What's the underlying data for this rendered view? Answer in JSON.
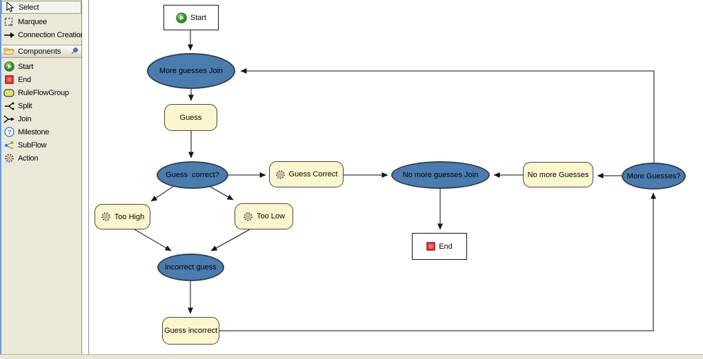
{
  "palette": {
    "tools": [
      {
        "label": "Select",
        "icon": "select-cursor-icon",
        "selected": true
      },
      {
        "label": "Marquee",
        "icon": "marquee-icon",
        "selected": false
      },
      {
        "label": "Connection Creation",
        "icon": "connection-arrow-icon",
        "selected": false
      }
    ],
    "group_header": {
      "label": "Components",
      "icon": "folder-icon",
      "pin_icon": "pin-icon"
    },
    "components": [
      {
        "label": "Start",
        "icon": "start-icon"
      },
      {
        "label": "End",
        "icon": "end-icon"
      },
      {
        "label": "RuleFlowGroup",
        "icon": "ruleflowgroup-icon"
      },
      {
        "label": "Split",
        "icon": "split-icon"
      },
      {
        "label": "Join",
        "icon": "join-icon"
      },
      {
        "label": "Milestone",
        "icon": "milestone-icon"
      },
      {
        "label": "SubFlow",
        "icon": "subflow-icon"
      },
      {
        "label": "Action",
        "icon": "action-icon"
      }
    ]
  },
  "canvas": {
    "nodes": {
      "start": {
        "label": "Start",
        "type": "start"
      },
      "more_guesses_join": {
        "label": "More guesses Join",
        "type": "join"
      },
      "guess": {
        "label": "Guess",
        "type": "ruleflowgroup"
      },
      "guess_correct_q": {
        "label": "Guess  correct?",
        "type": "split"
      },
      "guess_correct": {
        "label": "Guess Correct",
        "type": "action"
      },
      "no_more_guesses_join": {
        "label": "No more guesses Join",
        "type": "join"
      },
      "no_more_guesses": {
        "label": "No more Guesses",
        "type": "ruleflowgroup"
      },
      "more_guesses_q": {
        "label": "More Guesses?",
        "type": "split"
      },
      "end": {
        "label": "End",
        "type": "end"
      },
      "too_high": {
        "label": "Too High",
        "type": "action"
      },
      "too_low": {
        "label": "Too Low",
        "type": "action"
      },
      "incorrect_guess": {
        "label": "incorrect guess",
        "type": "join"
      },
      "guess_incorrect": {
        "label": "Guess incorrect",
        "type": "ruleflowgroup"
      }
    },
    "edges": [
      {
        "from": "Start",
        "to": "More guesses Join"
      },
      {
        "from": "More guesses Join",
        "to": "Guess"
      },
      {
        "from": "Guess",
        "to": "Guess  correct?"
      },
      {
        "from": "Guess  correct?",
        "to": "Guess Correct"
      },
      {
        "from": "Guess Correct",
        "to": "No more guesses Join"
      },
      {
        "from": "More Guesses?",
        "to": "No more Guesses"
      },
      {
        "from": "No more Guesses",
        "to": "No more guesses Join"
      },
      {
        "from": "No more guesses Join",
        "to": "End"
      },
      {
        "from": "Guess  correct?",
        "to": "Too High"
      },
      {
        "from": "Guess  correct?",
        "to": "Too Low"
      },
      {
        "from": "Too High",
        "to": "incorrect guess"
      },
      {
        "from": "Too Low",
        "to": "incorrect guess"
      },
      {
        "from": "incorrect guess",
        "to": "Guess incorrect"
      },
      {
        "from": "Guess incorrect",
        "to": "More Guesses?"
      },
      {
        "from": "More Guesses?",
        "to": "More guesses Join"
      }
    ]
  },
  "colors": {
    "palette_bg": "#ebe8d8",
    "window_edge_blue": "#5b9ee0",
    "node_ellipse_fill": "#4a7cb0",
    "node_group_fill": "#fcf6ce",
    "node_terminal_fill": "#ffffff",
    "edge_stroke": "#3a3a3a",
    "start_icon_green": "#3d9a32",
    "end_icon_red": "#e23a3a"
  }
}
